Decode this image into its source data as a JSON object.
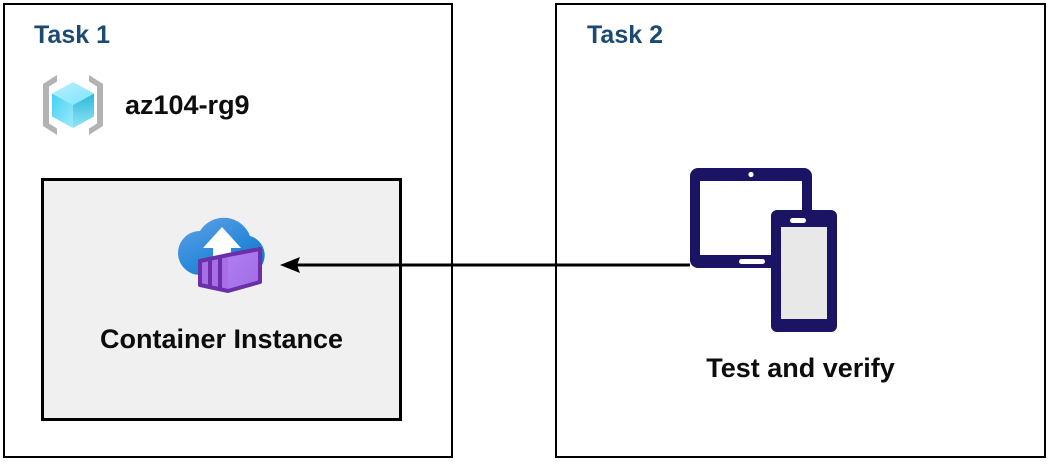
{
  "diagram": {
    "title_color": "#1b4a73",
    "label_color": "#0d0d0d",
    "panel_border_color": "#000000",
    "resource_box_fill": "#f0f0f0",
    "arrow_color": "#000000",
    "device_icon_color": "#1b1464"
  },
  "panels": [
    {
      "title": "Task 1",
      "resource_group": {
        "name": "az104-rg9",
        "icon": "azure-resource-group-icon"
      },
      "resource": {
        "label": "Container Instance",
        "icon": "azure-container-instance-icon"
      }
    },
    {
      "title": "Task 2",
      "step": {
        "label": "Test and verify",
        "icon": "devices-tablet-phone-icon"
      }
    }
  ],
  "connector": {
    "direction": "right-to-left",
    "from": "Test and verify",
    "to": "Container Instance",
    "icon": "left-arrow-icon"
  }
}
